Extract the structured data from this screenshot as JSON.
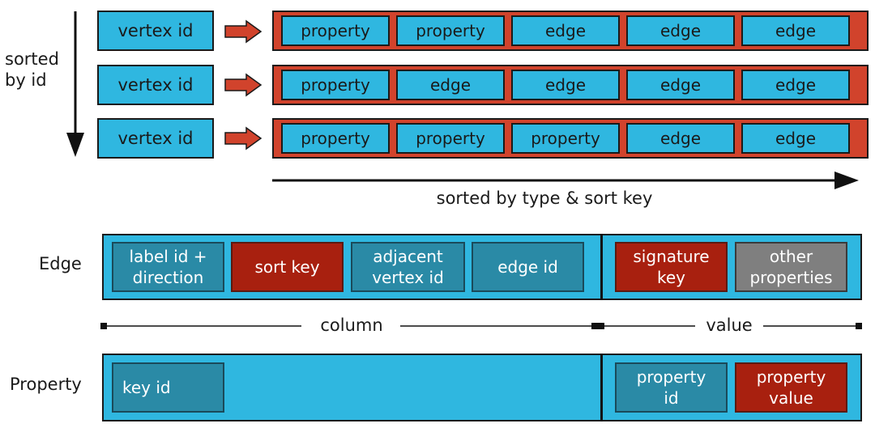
{
  "sorted_by_id": "sorted\nby id",
  "sorted_by_type": "sorted by type & sort key",
  "rows": [
    {
      "vertex": "vertex id",
      "cells": [
        "property",
        "property",
        "edge",
        "edge",
        "edge"
      ]
    },
    {
      "vertex": "vertex id",
      "cells": [
        "property",
        "edge",
        "edge",
        "edge",
        "edge"
      ]
    },
    {
      "vertex": "vertex id",
      "cells": [
        "property",
        "property",
        "property",
        "edge",
        "edge"
      ]
    }
  ],
  "edge": {
    "row_label": "Edge",
    "label_id": "label id +\ndirection",
    "sort_key": "sort key",
    "adjacent": "adjacent\nvertex  id",
    "edge_id": "edge id",
    "signature": "signature\nkey",
    "other": "other\nproperties"
  },
  "divider": {
    "column": "column",
    "value": "value"
  },
  "property": {
    "row_label": "Property",
    "key_id": "key id",
    "property_id": "property\nid",
    "property_value": "property\nvalue"
  },
  "colors": {
    "cyan": "#2fb7e0",
    "red_bar": "#d1432c",
    "teal": "#2a8aa6",
    "dark_red": "#a8200f",
    "gray": "#7f7f7f"
  }
}
